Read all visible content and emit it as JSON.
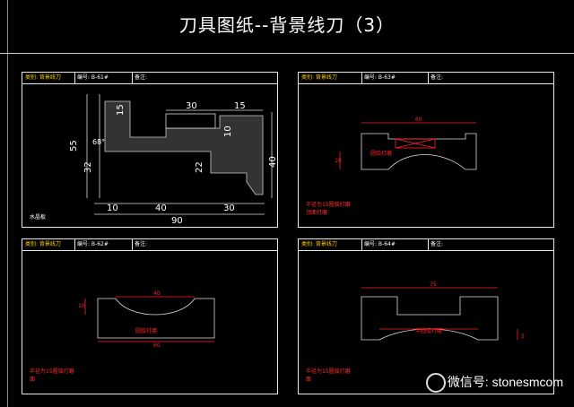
{
  "title": "刀具图纸--背景线刀（3）",
  "panels": [
    {
      "type_label": "类别: 背景线刀",
      "code": "编号: B-61#",
      "note": "备注:",
      "footer": "水晶板"
    },
    {
      "type_label": "类别: 背景线刀",
      "code": "编号: B-63#",
      "note": "备注:",
      "footer": "半径为15圆弧打磨\n顶面打磨",
      "red_label": "圆弧打磨"
    },
    {
      "type_label": "类别: 背景线刀",
      "code": "编号: B-62#",
      "note": "备注:",
      "footer": "半径为15圆弧打磨\n面",
      "red_label": "圆弧打磨"
    },
    {
      "type_label": "类别: 背景线刀",
      "code": "编号: B-64#",
      "note": "备注:",
      "footer": "半径为15圆弧打磨\n面",
      "red_label": "半圆弧打磨"
    }
  ],
  "dims": {
    "p1": [
      "15",
      "30",
      "15",
      "10",
      "55",
      "68",
      "32",
      "22",
      "40",
      "10",
      "40",
      "30",
      "90"
    ],
    "p2": [
      "60",
      "10"
    ],
    "p3": [
      "40",
      "10",
      "60"
    ],
    "p4": [
      "75",
      "5"
    ]
  },
  "watermark": {
    "text": "微信号: stonesmcom",
    "icon": "wechat-icon"
  }
}
